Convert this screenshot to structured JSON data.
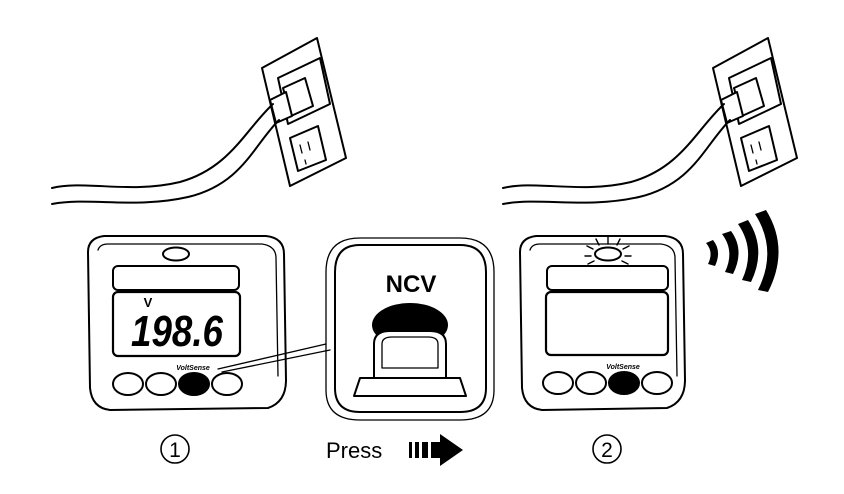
{
  "step1": {
    "number": "1",
    "unit": "V",
    "reading": "198.6",
    "button_label": "VoltSense"
  },
  "callout": {
    "label": "NCV"
  },
  "press": {
    "label": "Press"
  },
  "step2": {
    "number": "2",
    "button_label": "VoltSense"
  },
  "colors": {
    "ink": "#000000",
    "paper": "#ffffff"
  },
  "icons": [
    "wall-outlet-icon",
    "power-cord-icon",
    "meter-icon",
    "ncv-button-icon",
    "right-arrow-icon",
    "sound-waves-icon",
    "light-burst-icon"
  ]
}
